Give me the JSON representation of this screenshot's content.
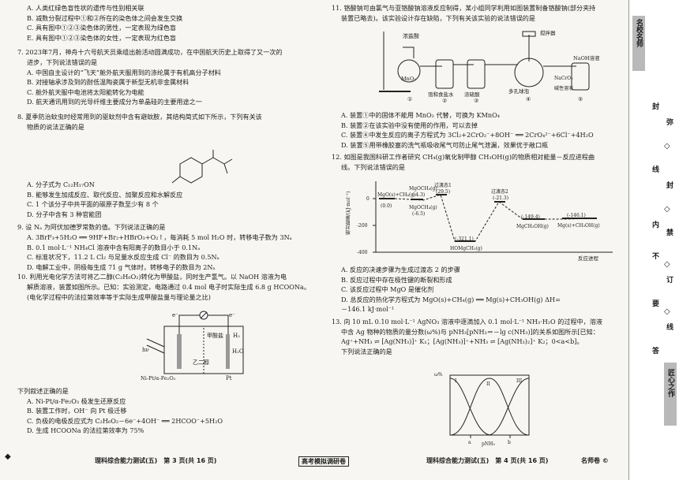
{
  "left": {
    "q6_options": [
      "A. 人类红绿色盲性状的遗传与性别相关联",
      "B. 减数分裂过程中①和②所在的染色体之间会发生交换",
      "C. 具有图中①②③染色体的男性，一定表现为绿色盲",
      "E. 具有图中①②③染色体的女性，一定表现为红色盲"
    ],
    "q7": [
      "7. 2023年7月，神舟十六号航天员乘组出舱活动圆满成功，在中国航天历史上取得了又一次的",
      "进步，下列说法错误的是"
    ],
    "q7_options": [
      "A. 中国自主设计的“飞天”舱外航天服用到的涤纶属于有机高分子材料",
      "B. 对接轴承涉及到的耐低温陶瓷属于新型无机非金属材料",
      "C. 舱外航天服中电池将太阳能转化为电能",
      "D. 航天通讯用到的光导纤维主要成分为单晶硅的主要用途之一"
    ],
    "q8": [
      "8. 夏季防治蚊虫时经常用到的驱蚊剂中含有避蚊胺，其结构简式如下所示，下列有关该",
      "物质的说法正确的是"
    ],
    "q8_options": [
      "A. 分子式为 C₁₂H₁₇ON",
      "B. 能够发生加成反应、取代反应、加聚反应和水解反应",
      "C. 1 个该分子中共平面的碳原子数至少有 8 个",
      "D. 分子中含有 3 种官能团"
    ],
    "q9": "9. 设 Nₐ 为阿伏加德罗常数的值。下列说法正确的是",
    "q9_options": [
      "A. 3BrF₃+5H₂O ══ 9HF+Br₂+HBrO₃+O₂↑，每消耗 5 mol H₂O 时，转移电子数为 3Nₐ",
      "B. 0.1 mol·L⁻¹ NH₄Cl 溶液中含有阳离子的数目小于 0.1Nₐ",
      "C. 标准状况下，11.2 L Cl₂ 与足量水反应生成 Cl⁻ 的数目为 0.5Nₐ",
      "D. 电解工业中，阴极每生成 71 g 气体时，转移电子的数目为 2Nₐ"
    ],
    "q10": [
      "10. 利用光电化学方法可将乙二醇(C₂H₆O₂)转化为甲酸盐，同时生产氢气。以 NaOH 溶液为电",
      "解质溶液，装置如图所示。已知：实验测定，电路通过 0.4 mol 电子时实际生成 6.8 g HCOONa。",
      "(电化学过程中的法拉第效率等于实际生成甲酸盐量与理论量之比)"
    ],
    "q10_question": "下列叙述正确的是",
    "q10_options": [
      "A. Ni-Pt/α-Fe₂O₃ 极发生还原反应",
      "B. 装置工作时，OH⁻ 向 Pt 极迁移",
      "C. 负极的电极反应式为 C₂H₆O₂－6e⁻+4OH⁻ ══ 2HCOO⁻+5H₂O",
      "D. 生成 HCOONa 的法拉第效率为 75%"
    ],
    "q10_fig": {
      "e1": "e⁻",
      "e2": "e⁻",
      "membrane": "甲酸盐",
      "glycol": "乙二醇",
      "h2": "H₂",
      "h2o": "H₂O",
      "anode": "Ni-Pt/α-Fe₂O₃",
      "cathode": "Pt",
      "light": "hν"
    }
  },
  "right": {
    "q11": [
      "11. 铬酸钠可由氯气与亚铬酸钠溶液反应制得，某小组同学利用如图装置制备铬酸钠(部分夹持",
      "装置已略去)。该实验设计存在缺陷，下列有关该实验的说法错误的是"
    ],
    "q11_fig": {
      "acid": "浓盐酸",
      "mno2": "MnO₂",
      "salt": "饱和食盐水",
      "h2so4": "浓硫酸",
      "stir": "搅拌器",
      "mix": "NaCrO₂\n碱性溶液",
      "foam": "多孔球泡",
      "naoh": "NaOH溶液",
      "n1": "①",
      "n2": "②",
      "n3": "③",
      "n4": "④",
      "n5": "⑤"
    },
    "q11_options": [
      "A. 装置①中的固体不能用 MnO₂ 代替，可换为 KMnO₄",
      "B. 装置②在该实验中没有使用的作用，可以去掉",
      "C. 装置④中发生反应的离子方程式为 3Cl₂+2CrO₂⁻+8OH⁻ ══ 2CrO₄²⁻+6Cl⁻+4H₂O",
      "D. 装置⑤用带橡胶塞的洗气瓶吸收尾气可防止尾气泄漏，效果优于敞口瓶"
    ],
    "q12": [
      "12. 如图是我国科研工作者研究 CH₄(g)氧化制甲醇 CH₃OH(g)的物质相对能量－反应进程曲",
      "线。下列说法错误的是"
    ],
    "q12_chart": {
      "ylabel": "相对能量/(kJ·mol⁻¹)",
      "xlabel": "反应进程",
      "yticks": [
        "0",
        "-200",
        "-400"
      ],
      "labels": [
        "MgO(s)+CH₄(g)",
        "(0.0)",
        "MgOCH₄(g)",
        "(-4.3)",
        "MgOCH₄(g)",
        "(-6.5)",
        "过渡态1",
        "(29.5)",
        "(-321.1)",
        "HOMgCH₃(g)",
        "过渡态2",
        "(-21.3)",
        "(-149.4)",
        "MgCH₃OH(g)",
        "(-146.1)",
        "Mg(s)+CH₃OH(g)"
      ]
    },
    "q12_options": [
      "A. 反应的决速步骤为生成过渡态 2 的步骤",
      "B. 反应过程中存在极性键的断裂和形成",
      "C. 该反应过程中 MgO 是催化剂",
      "D. 总反应的热化学方程式为 MgO(s)+CH₄(g) ══ Mg(s)+CH₃OH(g)   ΔH=",
      "－146.1 kJ·mol⁻¹"
    ],
    "q13": [
      "13. 向 10 mL 0.10 mol·L⁻¹ AgNO₃ 溶液中逐滴加入 0.1 mol·L⁻¹ NH₃·H₂O 的过程中，溶液",
      "中含 Ag 物种的物质的量分数(ω%)与 pNH₃[pNH₃＝－lg c(NH₃)]的关系如图所示[已知：",
      "Ag⁺+NH₃ ⇌ [Ag(NH₃)]⁺  K₁；[Ag(NH₃)]⁺+NH₃ ⇌ [Ag(NH₃)₂]⁺  K₂；0<a<b]。",
      "下列说法正确的是"
    ],
    "q13_chart": {
      "ylabel": "ω%",
      "xlabel": "pNH₃",
      "ticks": [
        "a",
        "b"
      ],
      "curves": [
        "I",
        "II",
        "III"
      ]
    }
  },
  "footer": {
    "left": "理科综合能力测试(五)　第 3 页(共 16 页)",
    "center": "高考模拟调研卷",
    "right": "理科综合能力测试(五)　第 4 页(共 16 页)",
    "brand": "名师卷 ©"
  },
  "sidebar": {
    "top": "名校名师",
    "mid1": "封",
    "mid2": "线",
    "mid3": "内",
    "mid4": "不",
    "mid5": "要",
    "mid6": "答",
    "mid7": "弥",
    "mid8": "封",
    "mid9": "禁",
    "mid10": "订",
    "mid11": "线",
    "bottom": "匠心之作"
  }
}
